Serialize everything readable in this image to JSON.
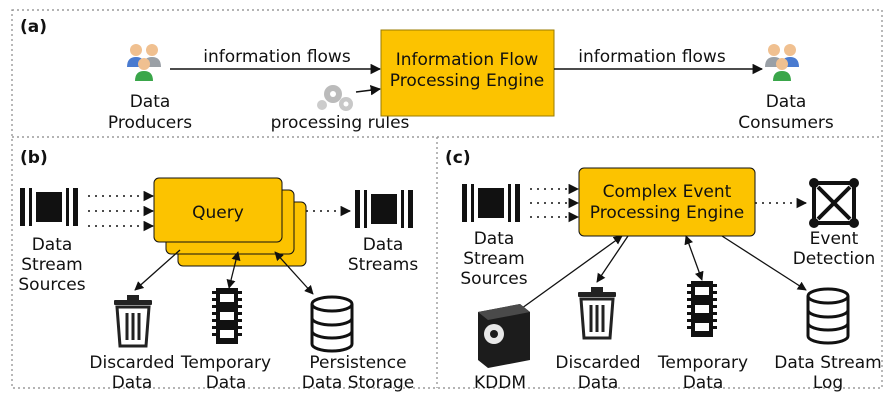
{
  "panels": {
    "a": {
      "tag": "(a)",
      "engine": [
        "Information Flow",
        "Processing Engine"
      ],
      "flow_in": "information flows",
      "flow_out": "information flows",
      "rules": "processing rules",
      "producers": [
        "Data",
        "Producers"
      ],
      "consumers": [
        "Data",
        "Consumers"
      ]
    },
    "b": {
      "tag": "(b)",
      "query": "Query",
      "sources": [
        "Data",
        "Stream",
        "Sources"
      ],
      "streams": [
        "Data",
        "Streams"
      ],
      "discarded": [
        "Discarded",
        "Data"
      ],
      "temporary": [
        "Temporary",
        "Data"
      ],
      "persistence": [
        "Persistence",
        "Data Storage"
      ]
    },
    "c": {
      "tag": "(c)",
      "engine": [
        "Complex Event",
        "Processing Engine"
      ],
      "sources": [
        "Data",
        "Stream",
        "Sources"
      ],
      "event": [
        "Event",
        "Detection"
      ],
      "discarded": [
        "Discarded",
        "Data"
      ],
      "temporary": [
        "Temporary",
        "Data"
      ],
      "log": [
        "Data Stream",
        "Log"
      ],
      "kddm": "KDDM"
    }
  },
  "colors": {
    "engine_fill": "#fcc300",
    "engine_stroke": "#9a7b00",
    "line": "#111111"
  }
}
